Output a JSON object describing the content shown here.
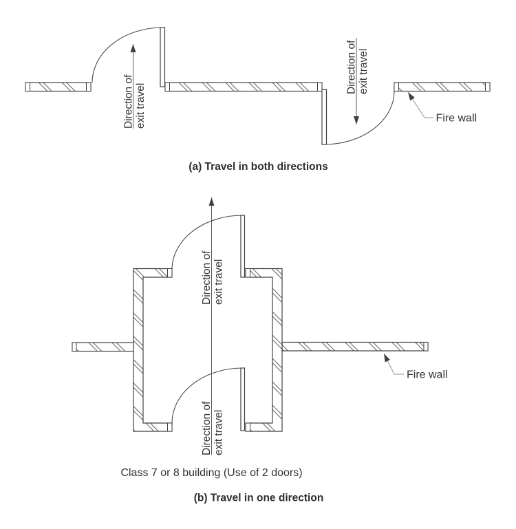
{
  "figure": {
    "diagram_a": {
      "caption": "(a) Travel in both directions",
      "left_door": {
        "label_line1": "Direction of",
        "label_line2": "exit travel",
        "arrow_direction": "up"
      },
      "right_door": {
        "label_line1": "Direction of",
        "label_line2": "exit travel",
        "arrow_direction": "down"
      },
      "fire_wall_label": "Fire wall"
    },
    "diagram_b": {
      "caption": "(b) Travel in one direction",
      "note": "Class 7 or 8 building (Use of 2 doors)",
      "top_door": {
        "label_line1": "Direction of",
        "label_line2": "exit travel",
        "arrow_direction": "up"
      },
      "bottom_door": {
        "label_line1": "Direction of",
        "label_line2": "exit travel",
        "arrow_direction": "up"
      },
      "fire_wall_label": "Fire wall"
    },
    "colors": {
      "line": "#3f3f3f",
      "hatch": "#6b6b6b",
      "text": "#333333",
      "background": "#ffffff"
    }
  }
}
